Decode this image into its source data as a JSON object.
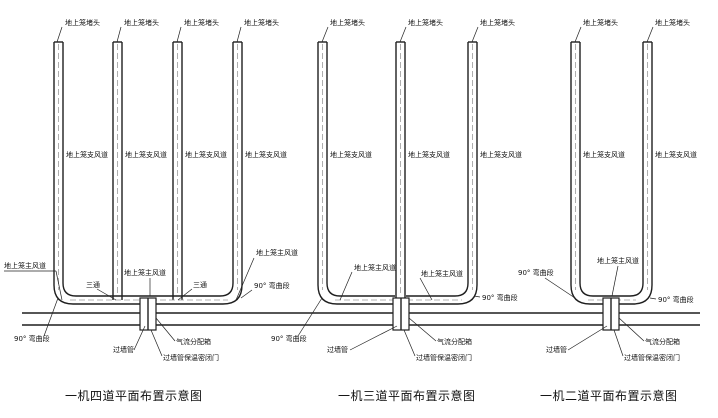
{
  "labels": {
    "outlet": "地上笼堵头",
    "branch": "地上笼支风道",
    "main": "地上笼主风道",
    "elbow": "90° 弯曲段",
    "tee": "三通",
    "wall_pipe": "过墙管",
    "distributor": "气流分配箱",
    "seal_door": "过墙管保温密闭门"
  },
  "captions": {
    "four": "一机四道平面布置示意图",
    "three": "一机三道平面布置示意图",
    "two": "一机二道平面布置示意图"
  }
}
